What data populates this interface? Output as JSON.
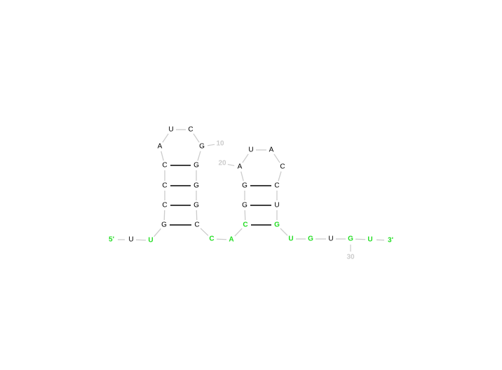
{
  "colors": {
    "base": "#000000",
    "highlight": "#22dd22",
    "backbone": "#cccccc",
    "pair": "#000000",
    "index_label": "#cccccc"
  },
  "ends": {
    "five_prime": "5'",
    "three_prime": "3'"
  },
  "sequence": [
    {
      "n": 1,
      "base": "U",
      "hl": false
    },
    {
      "n": 2,
      "base": "U",
      "hl": true
    },
    {
      "n": 3,
      "base": "G",
      "hl": false
    },
    {
      "n": 4,
      "base": "C",
      "hl": false
    },
    {
      "n": 5,
      "base": "C",
      "hl": false
    },
    {
      "n": 6,
      "base": "C",
      "hl": false
    },
    {
      "n": 7,
      "base": "A",
      "hl": false
    },
    {
      "n": 8,
      "base": "U",
      "hl": false
    },
    {
      "n": 9,
      "base": "C",
      "hl": false
    },
    {
      "n": 10,
      "base": "G",
      "hl": false
    },
    {
      "n": 11,
      "base": "G",
      "hl": false
    },
    {
      "n": 12,
      "base": "G",
      "hl": false
    },
    {
      "n": 13,
      "base": "G",
      "hl": false
    },
    {
      "n": 14,
      "base": "C",
      "hl": false
    },
    {
      "n": 15,
      "base": "C",
      "hl": true
    },
    {
      "n": 16,
      "base": "A",
      "hl": true
    },
    {
      "n": 17,
      "base": "C",
      "hl": true
    },
    {
      "n": 18,
      "base": "G",
      "hl": false
    },
    {
      "n": 19,
      "base": "G",
      "hl": false
    },
    {
      "n": 20,
      "base": "A",
      "hl": false
    },
    {
      "n": 21,
      "base": "U",
      "hl": false
    },
    {
      "n": 22,
      "base": "A",
      "hl": false
    },
    {
      "n": 23,
      "base": "C",
      "hl": false
    },
    {
      "n": 24,
      "base": "C",
      "hl": false
    },
    {
      "n": 25,
      "base": "U",
      "hl": false
    },
    {
      "n": 26,
      "base": "G",
      "hl": true
    },
    {
      "n": 27,
      "base": "U",
      "hl": true
    },
    {
      "n": 28,
      "base": "G",
      "hl": true
    },
    {
      "n": 29,
      "base": "U",
      "hl": false
    },
    {
      "n": 30,
      "base": "G",
      "hl": true
    },
    {
      "n": 31,
      "base": "U",
      "hl": true
    }
  ],
  "pairs": [
    [
      3,
      14
    ],
    [
      4,
      13
    ],
    [
      5,
      12
    ],
    [
      6,
      11
    ],
    [
      17,
      26
    ],
    [
      18,
      25
    ],
    [
      19,
      24
    ]
  ],
  "index_labels": [
    {
      "n": 10,
      "text": "10"
    },
    {
      "n": 20,
      "text": "20"
    },
    {
      "n": 30,
      "text": "30"
    }
  ]
}
